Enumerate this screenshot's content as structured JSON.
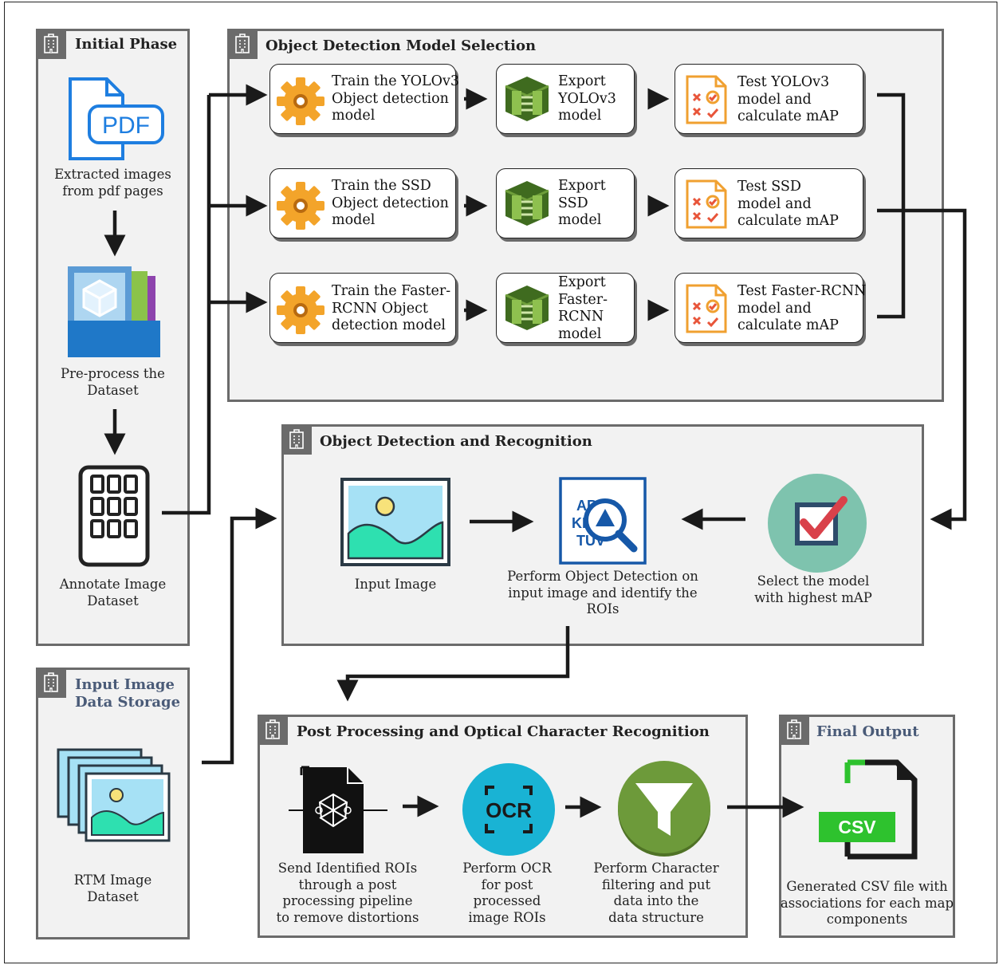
{
  "panels": {
    "initial": "Initial Phase",
    "model_selection": "Object Detection Model Selection",
    "detection": "Object Detection and Recognition",
    "storage": "Input Image\nData Storage",
    "postproc": "Post Processing and Optical Character Recognition",
    "final": "Final Output"
  },
  "initial": {
    "pdf_icon_text": "PDF",
    "extract": "Extracted images\nfrom pdf pages",
    "preprocess": "Pre-process the\nDataset",
    "annotate": "Annotate Image\nDataset"
  },
  "train": [
    "Train the YOLOv3\nObject detection\nmodel",
    "Train the SSD\nObject detection\nmodel",
    "Train the Faster-\nRCNN Object\ndetection model"
  ],
  "export": [
    "Export\nYOLOv3\nmodel",
    "Export\nSSD\nmodel",
    "Export\nFaster-\nRCNN\nmodel"
  ],
  "test": [
    "Test YOLOv3\nmodel and\ncalculate mAP",
    "Test SSD\nmodel and\ncalculate mAP",
    "Test Faster-RCNN\nmodel and\ncalculate mAP"
  ],
  "detection": {
    "input": "Input Image",
    "perform": "Perform Object Detection on\ninput image and identify the\nROIs",
    "select": "Select the model\nwith highest mAP"
  },
  "storage": {
    "dataset": "RTM Image\nDataset"
  },
  "postproc": {
    "send": "Send Identified ROIs\nthrough a post\nprocessing pipeline\nto remove distortions",
    "ocr": "Perform OCR\nfor post\nprocessed\nimage ROIs",
    "ocr_icon_text": "OCR",
    "filter": "Perform Character\nfiltering and put\ndata into the\ndata structure"
  },
  "final": {
    "csv_icon_text": "CSV",
    "generated": "Generated CSV file with\nassociations for each map\ncomponents"
  },
  "colors": {
    "panel_bg": "#f2f2f2",
    "panel_border": "#6b6b6b",
    "pdf_blue": "#1e7ee0",
    "gear_orange": "#f3a42a",
    "aws_green": "#5a8a2f",
    "ocr_cyan": "#19b3d4",
    "filter_green": "#6d9a3a",
    "csv_green": "#2ec22e",
    "title_blue": "#4a5b78"
  }
}
